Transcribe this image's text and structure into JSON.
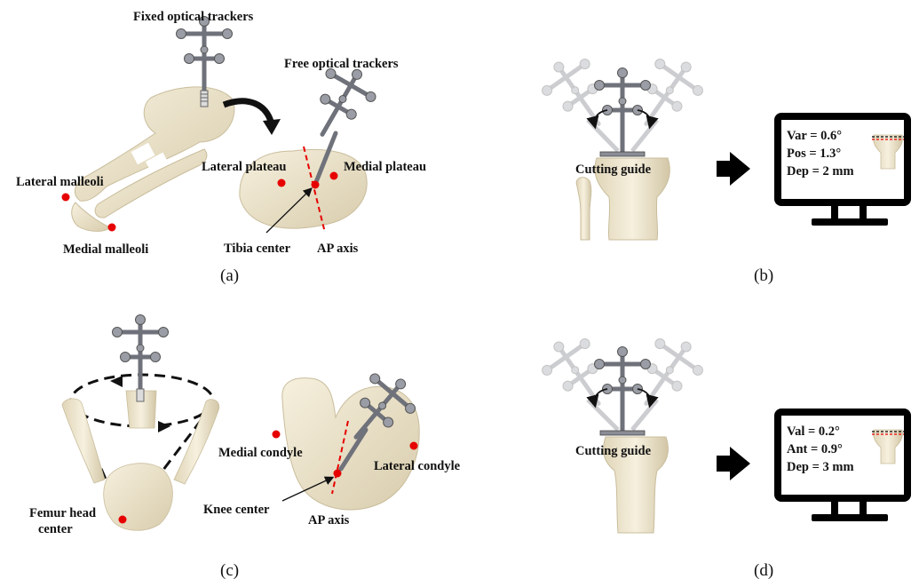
{
  "panel_a": {
    "fixed_trackers": "Fixed optical trackers",
    "free_trackers": "Free optical trackers",
    "lateral_malleoli": "Lateral malleoli",
    "medial_malleoli": "Medial malleoli",
    "lateral_plateau": "Lateral plateau",
    "medial_plateau": "Medial plateau",
    "tibia_center": "Tibia center",
    "ap_axis": "AP axis",
    "caption": "(a)"
  },
  "panel_b": {
    "cutting_guide": "Cutting guide",
    "readout": [
      "Var = 0.6°",
      "Pos = 1.3°",
      "Dep = 2 mm"
    ],
    "caption": "(b)"
  },
  "panel_c": {
    "medial_condyle": "Medial condyle",
    "lateral_condyle": "Lateral condyle",
    "knee_center": "Knee center",
    "ap_axis": "AP axis",
    "femur_head_center_line1": "Femur head",
    "femur_head_center_line2": "center",
    "caption": "(c)"
  },
  "panel_d": {
    "cutting_guide": "Cutting guide",
    "readout": [
      "Val = 0.2°",
      "Ant = 0.9°",
      "Dep = 3 mm"
    ],
    "caption": "(d)"
  },
  "colors": {
    "bone": "#ece4cf",
    "bone_shadow": "#cfc4a5",
    "tracker": "#7b7e86",
    "landmark": "#e60000",
    "axis": "#e60000",
    "monitor": "#000000"
  }
}
